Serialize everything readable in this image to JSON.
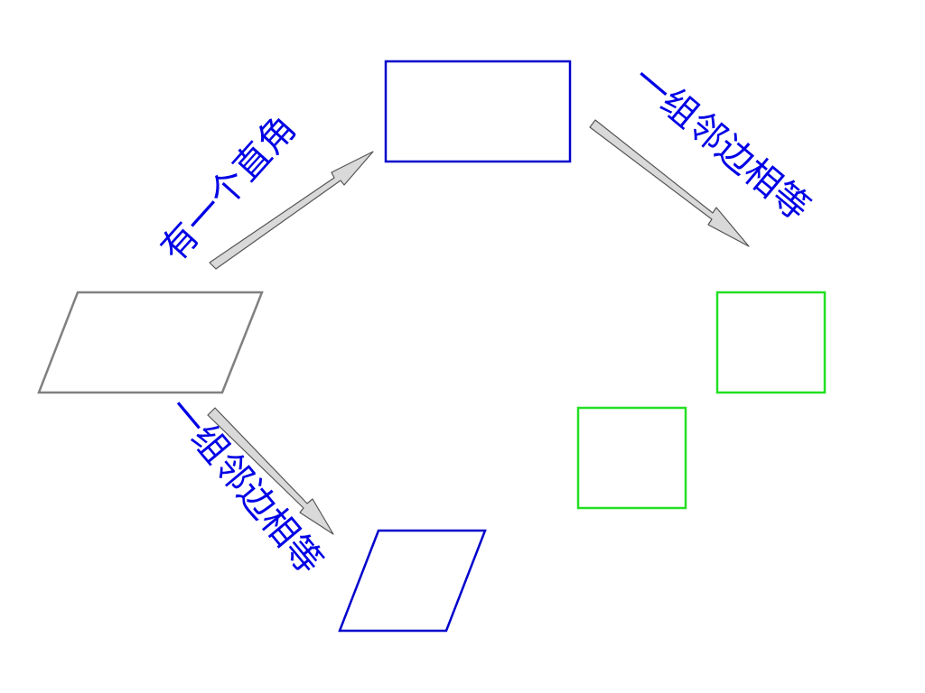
{
  "colors": {
    "background": "#ffffff",
    "parallelogram": "#808080",
    "rectangle": "#0000cc",
    "rhombus": "#0000cc",
    "square": "#22e022",
    "label": "#0000e6",
    "arrow_fill": "#d9d9d9",
    "arrow_stroke": "#555555"
  },
  "labels": {
    "right_angle": "有一个直角",
    "adjacent_equal_top": "一组邻边相等",
    "adjacent_equal_bottom": "一组邻边相等"
  }
}
